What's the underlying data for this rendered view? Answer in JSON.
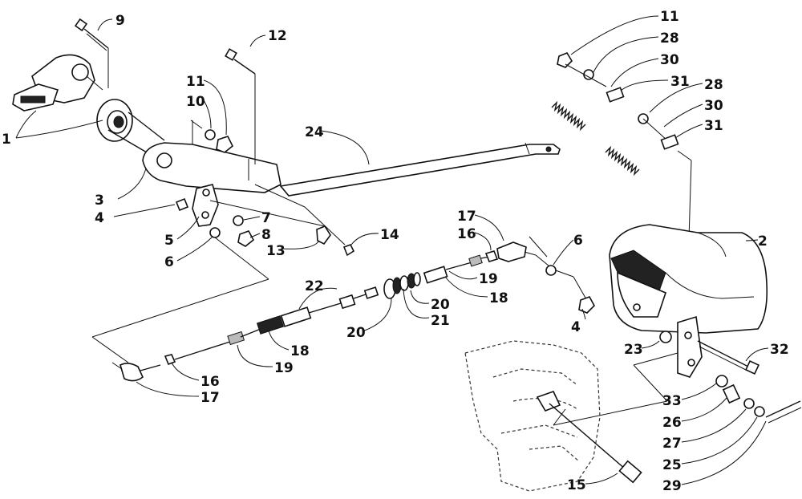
{
  "callouts": [
    {
      "id": "c1",
      "text": "1"
    },
    {
      "id": "c2",
      "text": "2"
    },
    {
      "id": "c3",
      "text": "3"
    },
    {
      "id": "c4a",
      "text": "4"
    },
    {
      "id": "c4b",
      "text": "4"
    },
    {
      "id": "c5",
      "text": "5"
    },
    {
      "id": "c6a",
      "text": "6"
    },
    {
      "id": "c6b",
      "text": "6"
    },
    {
      "id": "c7",
      "text": "7"
    },
    {
      "id": "c8",
      "text": "8"
    },
    {
      "id": "c9",
      "text": "9"
    },
    {
      "id": "c10",
      "text": "10"
    },
    {
      "id": "c11a",
      "text": "11"
    },
    {
      "id": "c11b",
      "text": "11"
    },
    {
      "id": "c12",
      "text": "12"
    },
    {
      "id": "c13",
      "text": "13"
    },
    {
      "id": "c14",
      "text": "14"
    },
    {
      "id": "c15",
      "text": "15"
    },
    {
      "id": "c16a",
      "text": "16"
    },
    {
      "id": "c16b",
      "text": "16"
    },
    {
      "id": "c17a",
      "text": "17"
    },
    {
      "id": "c17b",
      "text": "17"
    },
    {
      "id": "c18a",
      "text": "18"
    },
    {
      "id": "c18b",
      "text": "18"
    },
    {
      "id": "c19a",
      "text": "19"
    },
    {
      "id": "c19b",
      "text": "19"
    },
    {
      "id": "c20a",
      "text": "20"
    },
    {
      "id": "c20b",
      "text": "20"
    },
    {
      "id": "c21",
      "text": "21"
    },
    {
      "id": "c22",
      "text": "22"
    },
    {
      "id": "c23",
      "text": "23"
    },
    {
      "id": "c24",
      "text": "24"
    },
    {
      "id": "c25",
      "text": "25"
    },
    {
      "id": "c26",
      "text": "26"
    },
    {
      "id": "c27",
      "text": "27"
    },
    {
      "id": "c28a",
      "text": "28"
    },
    {
      "id": "c28b",
      "text": "28"
    },
    {
      "id": "c29",
      "text": "29"
    },
    {
      "id": "c30a",
      "text": "30"
    },
    {
      "id": "c30b",
      "text": "30"
    },
    {
      "id": "c31a",
      "text": "31"
    },
    {
      "id": "c31b",
      "text": "31"
    },
    {
      "id": "c32",
      "text": "32"
    },
    {
      "id": "c33",
      "text": "33"
    }
  ]
}
